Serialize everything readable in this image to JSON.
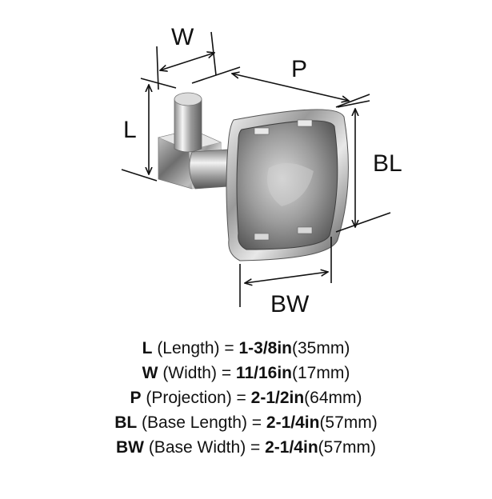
{
  "dimension_labels": {
    "w": "W",
    "p": "P",
    "l": "L",
    "bl": "BL",
    "bw": "BW"
  },
  "specs": [
    {
      "code": "L",
      "desc": " (Length) = ",
      "imperial": "1-3/8in",
      "metric": "(35mm)"
    },
    {
      "code": "W",
      "desc": " (Width) = ",
      "imperial": "11/16in",
      "metric": "(17mm)"
    },
    {
      "code": "P",
      "desc": " (Projection) = ",
      "imperial": "2-1/2in",
      "metric": "(64mm)"
    },
    {
      "code": "BL",
      "desc": " (Base Length) = ",
      "imperial": "2-1/4in",
      "metric": "(57mm)"
    },
    {
      "code": "BW",
      "desc": " (Base Width) = ",
      "imperial": "2-1/4in",
      "metric": "(57mm)"
    }
  ]
}
